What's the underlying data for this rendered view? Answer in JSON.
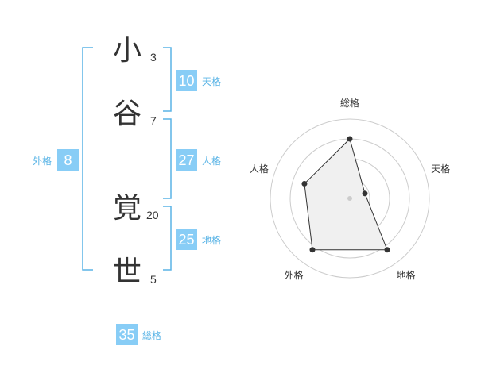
{
  "colors": {
    "accent": "#5ab4e6",
    "box_fill": "#88cdf6",
    "text": "#333333",
    "grid": "#cccccc",
    "radar_fill": "#f0f0f0",
    "radar_line": "#333333"
  },
  "name": {
    "characters": [
      {
        "char": "小",
        "strokes": "3"
      },
      {
        "char": "谷",
        "strokes": "7"
      },
      {
        "char": "覚",
        "strokes": "20"
      },
      {
        "char": "世",
        "strokes": "5"
      }
    ]
  },
  "kaku": {
    "tenkaku": {
      "value": "10",
      "label": "天格"
    },
    "jinkaku": {
      "value": "27",
      "label": "人格"
    },
    "chikaku": {
      "value": "25",
      "label": "地格"
    },
    "gaikaku": {
      "value": "8",
      "label": "外格"
    },
    "soukaku": {
      "value": "35",
      "label": "総格"
    }
  },
  "radar": {
    "axes": [
      "総格",
      "天格",
      "地格",
      "外格",
      "人格"
    ],
    "values": [
      0.75,
      0.2,
      0.8,
      0.8,
      0.6
    ],
    "max": 1,
    "rings": 4
  }
}
